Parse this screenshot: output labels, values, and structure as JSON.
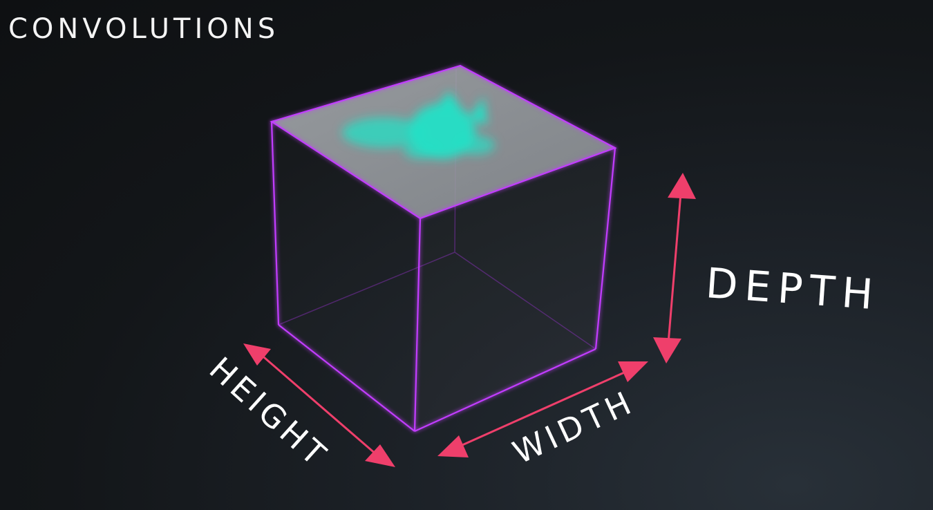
{
  "title": "CONVOLUTIONS",
  "labels": {
    "depth": "DEPTH",
    "width": "WIDTH",
    "height": "HEIGHT"
  },
  "colors": {
    "cube_edge": "#c23cff",
    "arrow": "#ef3f6b",
    "feature_map_face": "#9a9ea3",
    "feature_map_blob": "#23e0c6",
    "text": "#ffffff"
  }
}
